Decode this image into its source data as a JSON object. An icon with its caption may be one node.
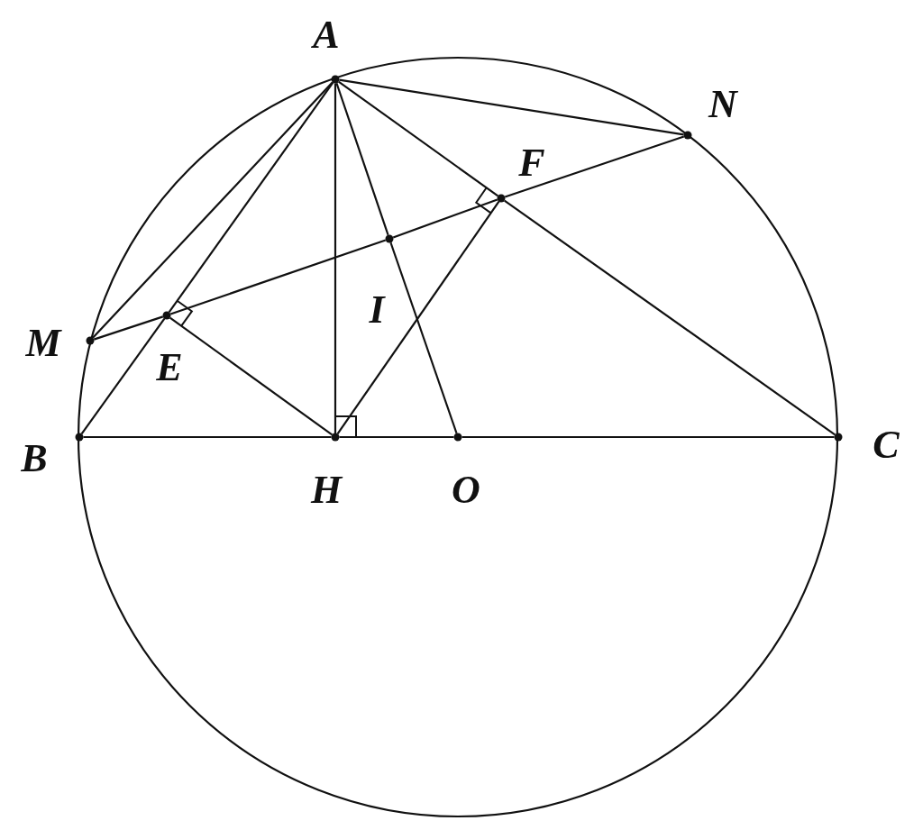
{
  "diagram": {
    "nodes": [
      {
        "text": [
          "A"
        ]
      },
      {
        "text": [
          "N"
        ]
      },
      {
        "text": [
          "F"
        ]
      },
      {
        "text": [
          "I"
        ]
      },
      {
        "text": [
          "M"
        ]
      },
      {
        "text": [
          "E"
        ]
      },
      {
        "text": [
          "B"
        ]
      },
      {
        "text": [
          "C"
        ]
      },
      {
        "text": [
          "H"
        ]
      },
      {
        "text": [
          "O"
        ]
      }
    ],
    "edges": [
      {
        "from": 0,
        "to": 5,
        "arrow": "none"
      },
      {
        "from": 5,
        "to": 6,
        "arrow": "none"
      },
      {
        "from": 0,
        "to": 4,
        "arrow": "none"
      },
      {
        "from": 0,
        "to": 8,
        "arrow": "none"
      },
      {
        "from": 0,
        "to": 3,
        "arrow": "none"
      },
      {
        "from": 3,
        "to": 9,
        "arrow": "none"
      },
      {
        "from": 0,
        "to": 2,
        "arrow": "none"
      },
      {
        "from": 2,
        "to": 7,
        "arrow": "none"
      },
      {
        "from": 0,
        "to": 1,
        "arrow": "none"
      },
      {
        "from": 4,
        "to": 5,
        "arrow": "none"
      },
      {
        "from": 5,
        "to": 3,
        "arrow": "none"
      },
      {
        "from": 3,
        "to": 2,
        "arrow": "none"
      },
      {
        "from": 2,
        "to": 1,
        "arrow": "none"
      },
      {
        "from": 8,
        "to": 5,
        "arrow": "none"
      },
      {
        "from": 8,
        "to": 2,
        "arrow": "none"
      },
      {
        "from": 6,
        "to": 8,
        "arrow": "none"
      },
      {
        "from": 8,
        "to": 9,
        "arrow": "none"
      },
      {
        "from": 9,
        "to": 7,
        "arrow": "none"
      }
    ]
  }
}
